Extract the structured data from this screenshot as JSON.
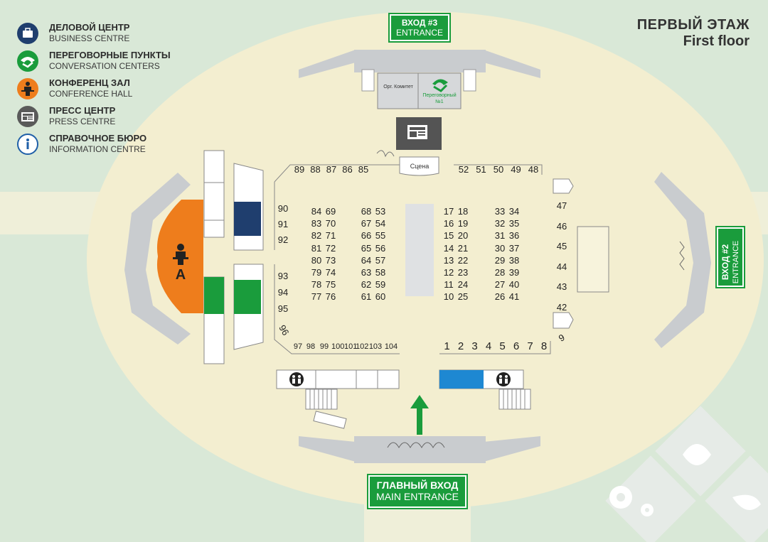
{
  "legend": [
    {
      "ru": "ДЕЛОВОЙ ЦЕНТР",
      "en": "BUSINESS CENTRE",
      "icon": "briefcase-icon",
      "color": "#1f3e6e"
    },
    {
      "ru": "ПЕРЕГОВОРНЫЕ ПУНКТЫ",
      "en": "CONVERSATION CENTERS",
      "icon": "handshake-icon",
      "color": "#1a9c3c"
    },
    {
      "ru": "КОНФЕРЕНЦ ЗАЛ",
      "en": "CONFERENCE HALL",
      "icon": "speaker-icon",
      "color": "#ee7d1c"
    },
    {
      "ru": "ПРЕСС ЦЕНТР",
      "en": "PRESS CENTRE",
      "icon": "newspaper-icon",
      "color": "#5a5a5a"
    },
    {
      "ru": "СПРАВОЧНОЕ БЮРО",
      "en": "INFORMATION CENTRE",
      "icon": "info-icon",
      "color": "#1f5fa8"
    }
  ],
  "floor": {
    "ru": "ПЕРВЫЙ ЭТАЖ",
    "en": "First floor"
  },
  "entrances": {
    "top": {
      "ru": "ВХОД #3",
      "en": "ENTRANCE"
    },
    "right": {
      "ru": "ВХОД #2",
      "en": "ENTRANCE"
    },
    "main": {
      "ru": "ГЛАВНЫЙ ВХОД",
      "en": "MAIN ENTRANCE"
    }
  },
  "rooms": {
    "org": "Орг. Комитет",
    "meeting": "Переговорный №1",
    "stage": "Сцена",
    "hall": "А"
  },
  "stands": {
    "top_left": [
      "89",
      "88",
      "87",
      "86",
      "85"
    ],
    "top_right": [
      "52",
      "51",
      "50",
      "49",
      "48"
    ],
    "left_col_a": [
      "90",
      "91",
      "92"
    ],
    "left_col_b": [
      "93",
      "94",
      "95"
    ],
    "left_diag": "96",
    "bottom_left": [
      "97",
      "98",
      "99",
      "100",
      "101",
      "102",
      "103",
      "104"
    ],
    "bottom_right": [
      "1",
      "2",
      "3",
      "4",
      "5",
      "6",
      "7",
      "8"
    ],
    "right_diag": "9",
    "right_col": [
      "47",
      "46",
      "45",
      "44",
      "43",
      "42"
    ],
    "block1": [
      [
        "84",
        "69"
      ],
      [
        "83",
        "70"
      ],
      [
        "82",
        "71"
      ],
      [
        "81",
        "72"
      ],
      [
        "80",
        "73"
      ],
      [
        "79",
        "74"
      ],
      [
        "78",
        "75"
      ],
      [
        "77",
        "76"
      ]
    ],
    "block2": [
      [
        "68",
        "53"
      ],
      [
        "67",
        "54"
      ],
      [
        "66",
        "55"
      ],
      [
        "65",
        "56"
      ],
      [
        "64",
        "57"
      ],
      [
        "63",
        "58"
      ],
      [
        "62",
        "59"
      ],
      [
        "61",
        "60"
      ]
    ],
    "block3": [
      [
        "17",
        "18"
      ],
      [
        "16",
        "19"
      ],
      [
        "15",
        "20"
      ],
      [
        "14",
        "21"
      ],
      [
        "13",
        "22"
      ],
      [
        "12",
        "23"
      ],
      [
        "11",
        "24"
      ],
      [
        "10",
        "25"
      ]
    ],
    "block4": [
      [
        "33",
        "34"
      ],
      [
        "32",
        "35"
      ],
      [
        "31",
        "36"
      ],
      [
        "30",
        "37"
      ],
      [
        "29",
        "38"
      ],
      [
        "28",
        "39"
      ],
      [
        "27",
        "40"
      ],
      [
        "26",
        "41"
      ]
    ]
  },
  "colors": {
    "background": "#d9e8d7",
    "hall": "#f3eed0",
    "corridor": "#efefd9",
    "green": "#1a9c3c",
    "orange": "#ee7d1c",
    "navy": "#1f3e6e",
    "blue": "#1e88d2",
    "gray": "#c9cccf",
    "press": "#545454"
  }
}
